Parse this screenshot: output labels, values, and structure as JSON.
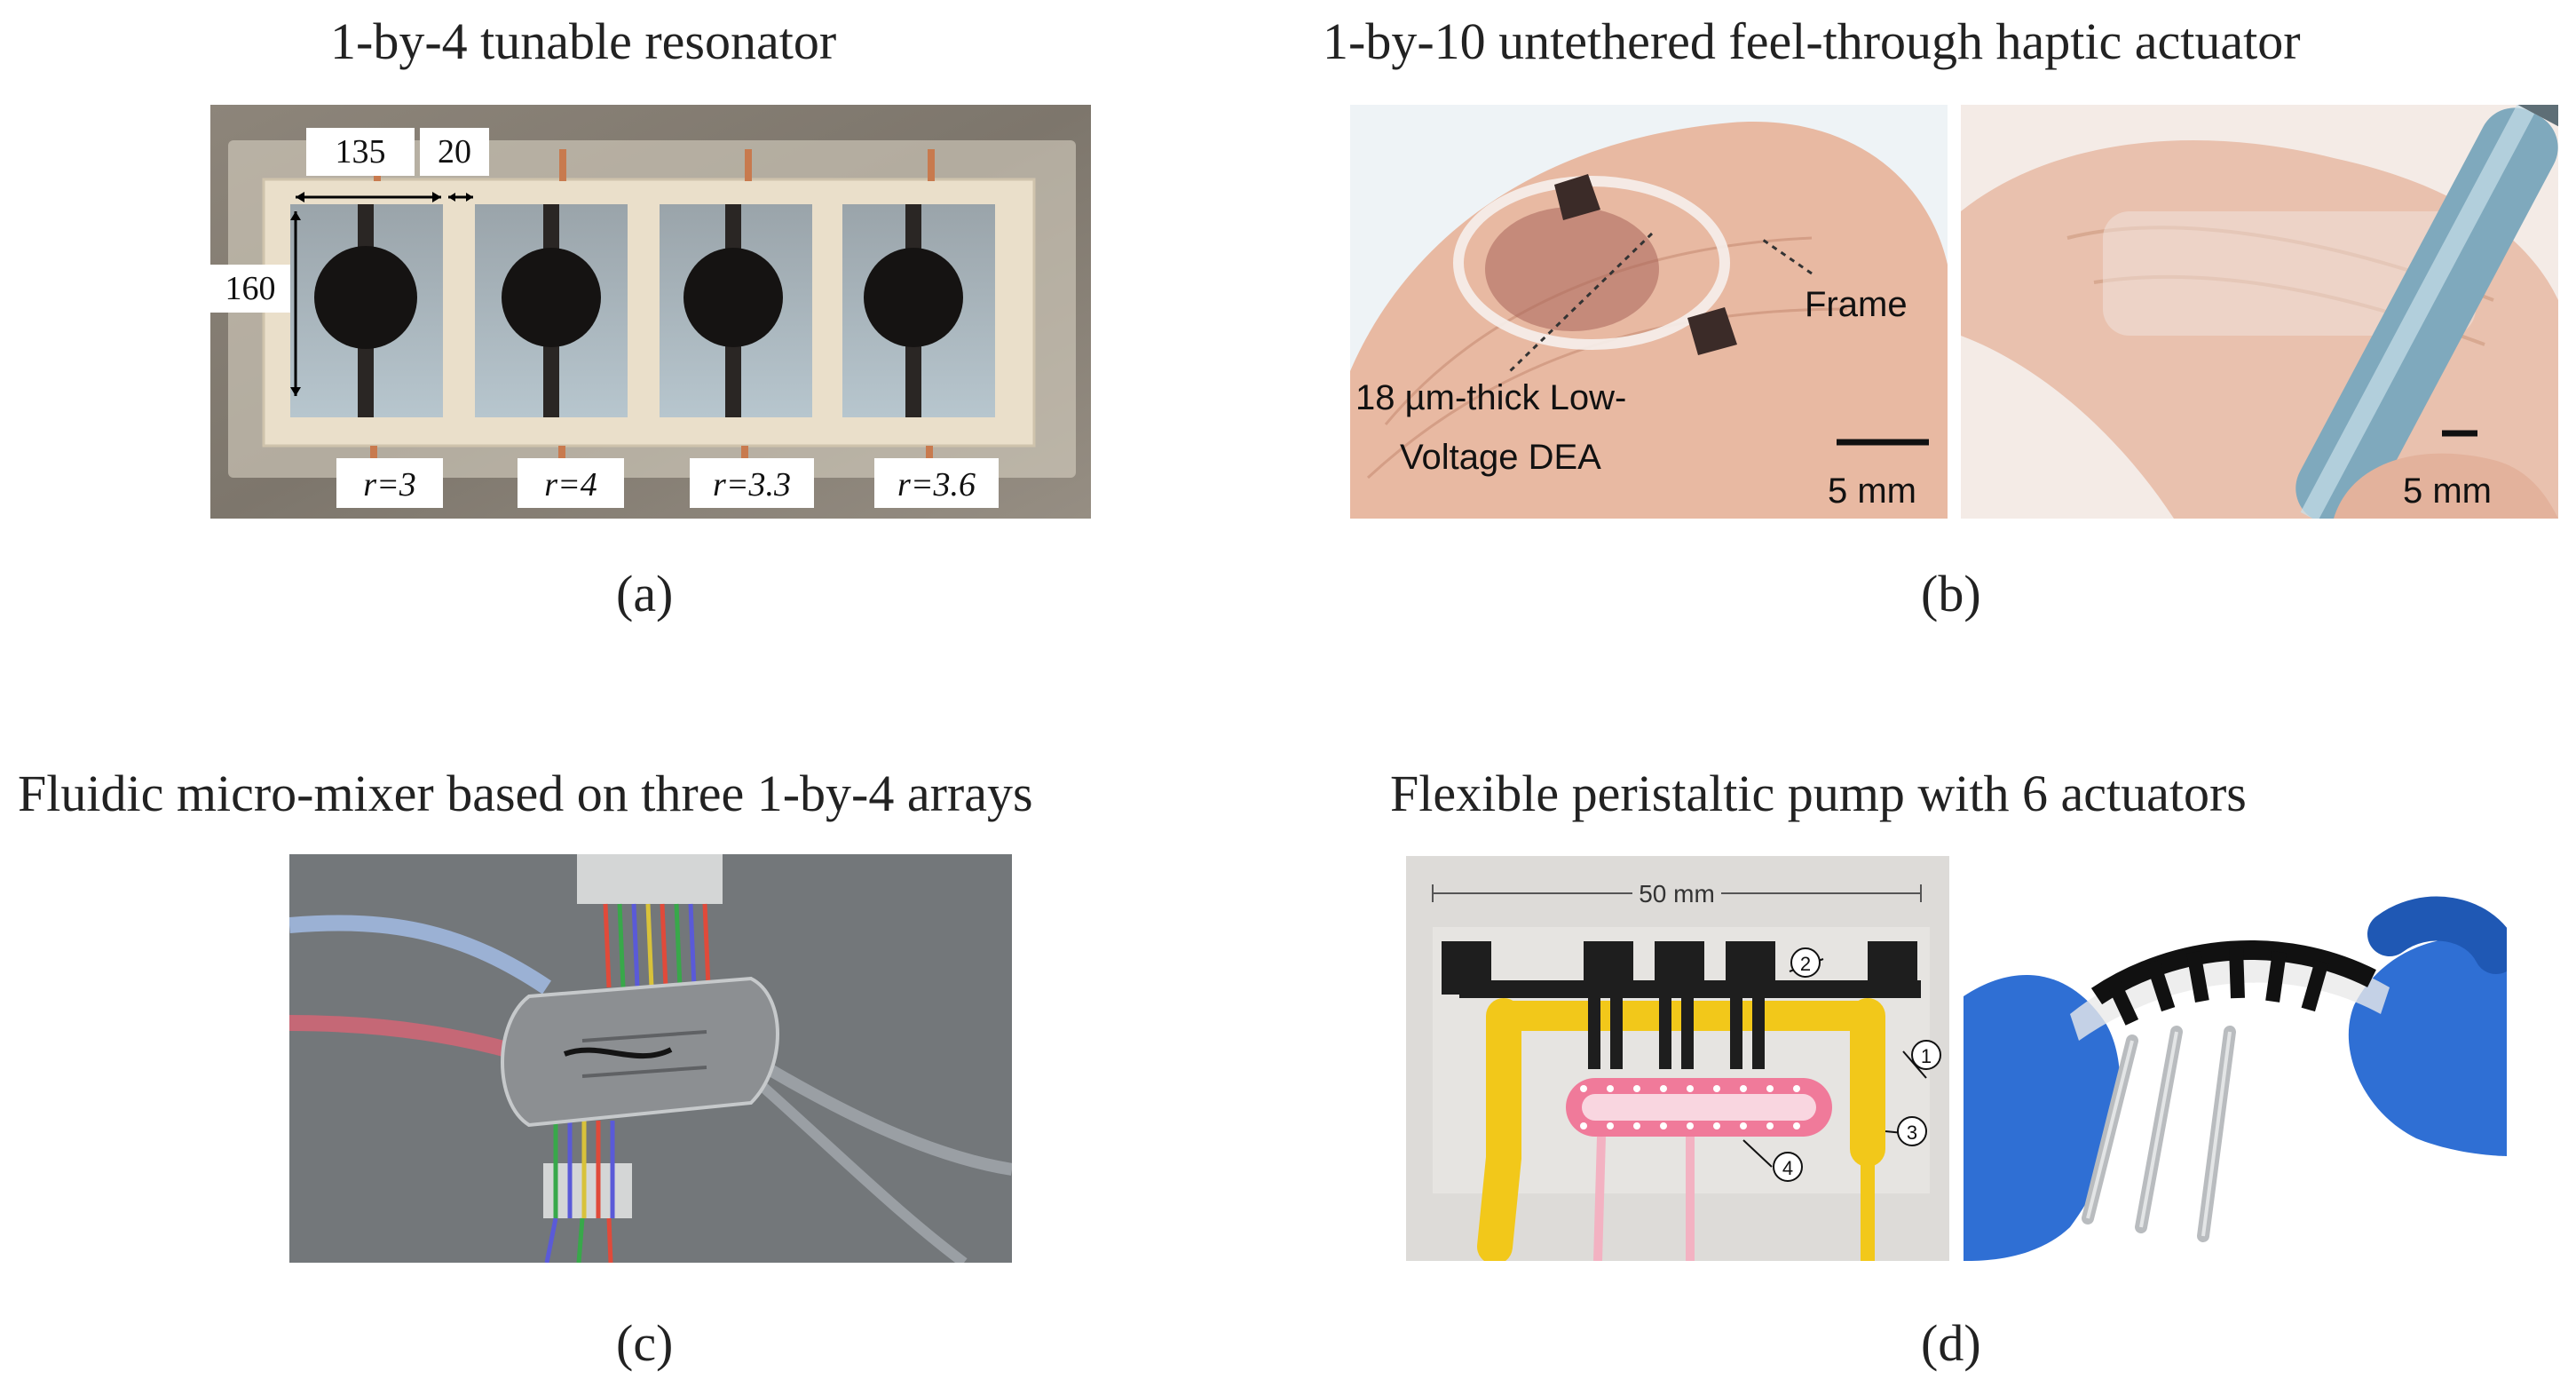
{
  "panels": {
    "a": {
      "title": "1-by-4 tunable resonator",
      "caption": "(a)",
      "dims": {
        "width": "135",
        "gap": "20",
        "height": "160"
      },
      "ratios": [
        "r=3",
        "r=4",
        "r=3.3",
        "r=3.6"
      ]
    },
    "b": {
      "title": "1-by-10 untethered feel-through haptic actuator",
      "caption": "(b)",
      "labels": {
        "frame": "Frame",
        "dea_line1": "18 µm-thick Low-",
        "dea_line2": "Voltage DEA",
        "scale_left": "5 mm",
        "scale_right": "5 mm"
      }
    },
    "c": {
      "title": "Fluidic micro-mixer based on three 1-by-4 arrays",
      "caption": "(c)"
    },
    "d": {
      "title": "Flexible peristaltic pump with 6 actuators",
      "caption": "(d)",
      "labels": {
        "scale": "50 mm",
        "n1": "1",
        "n2": "2",
        "n3": "3",
        "n4": "4"
      }
    }
  },
  "colors": {
    "resonator_bg": "#8a8278",
    "resonator_frame": "#e8dcc8",
    "skin": "#e7b8a0",
    "mixer_bg": "#6f7376",
    "pump_yellow": "#f2c81a",
    "pump_pink": "#f07a9a",
    "glove_blue": "#2a6fd6"
  }
}
